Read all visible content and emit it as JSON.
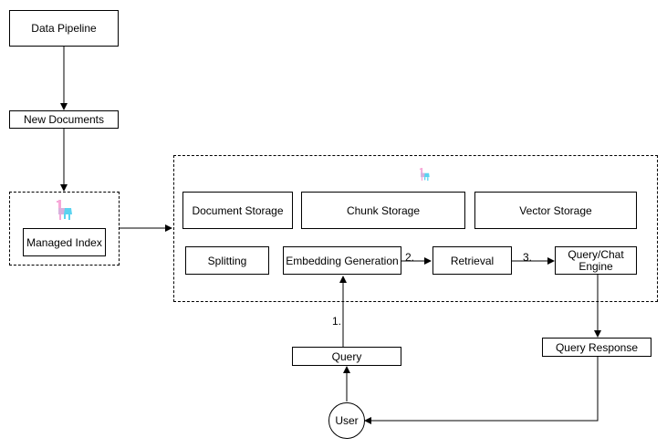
{
  "nodes": {
    "data_pipeline": "Data Pipeline",
    "new_documents": "New Documents",
    "managed_index": "Managed Index",
    "document_storage": "Document Storage",
    "chunk_storage": "Chunk Storage",
    "vector_storage": "Vector Storage",
    "splitting": "Splitting",
    "embedding_generation": "Embedding Generation",
    "retrieval": "Retrieval",
    "query_chat_engine_line1": "Query/Chat",
    "query_chat_engine_line2": "Engine",
    "query": "Query",
    "query_response": "Query Response",
    "user": "User"
  },
  "step_labels": {
    "step1": "1.",
    "step2": "2.",
    "step3": "3."
  },
  "icons": {
    "logo": "llama-logo-icon"
  },
  "colors": {
    "line": "#000000",
    "llama_pink": "#f7a8d8",
    "llama_blue": "#5ad3f0"
  }
}
